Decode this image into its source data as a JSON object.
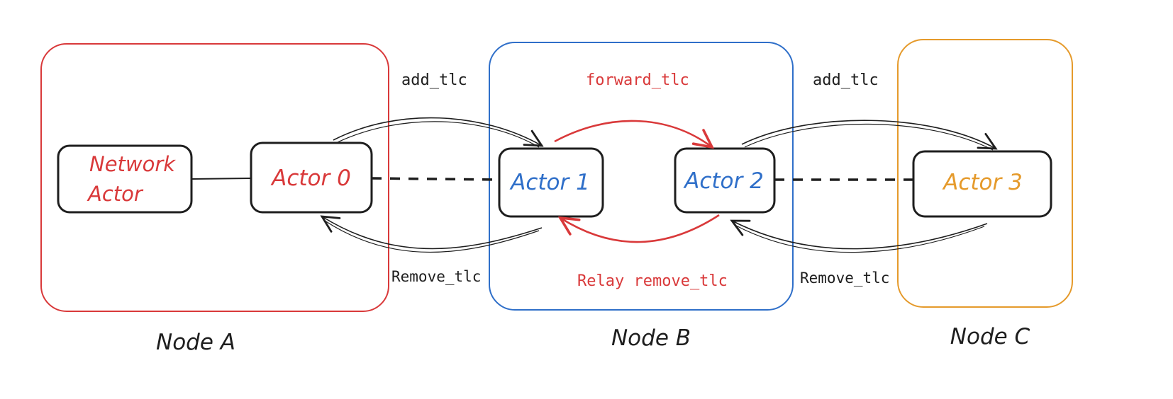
{
  "colors": {
    "red": "#d9393a",
    "blue": "#2f6fc9",
    "orange": "#e59a2b",
    "ink": "#1e1e1e"
  },
  "nodes": {
    "a": {
      "label": "Node A"
    },
    "b": {
      "label": "Node B"
    },
    "c": {
      "label": "Node C"
    }
  },
  "actors": {
    "network": {
      "line1": "Network",
      "line2": "Actor"
    },
    "actor0": {
      "label": "Actor 0"
    },
    "actor1": {
      "label": "Actor 1"
    },
    "actor2": {
      "label": "Actor 2"
    },
    "actor3": {
      "label": "Actor 3"
    }
  },
  "edges": {
    "add_tlc_left": "add_tlc",
    "forward_tlc": "forward_tlc",
    "add_tlc_right": "add_tlc",
    "remove_tlc_left": "Remove_tlc",
    "relay_remove_tlc": "Relay remove_tlc",
    "remove_tlc_right": "Remove_tlc"
  }
}
